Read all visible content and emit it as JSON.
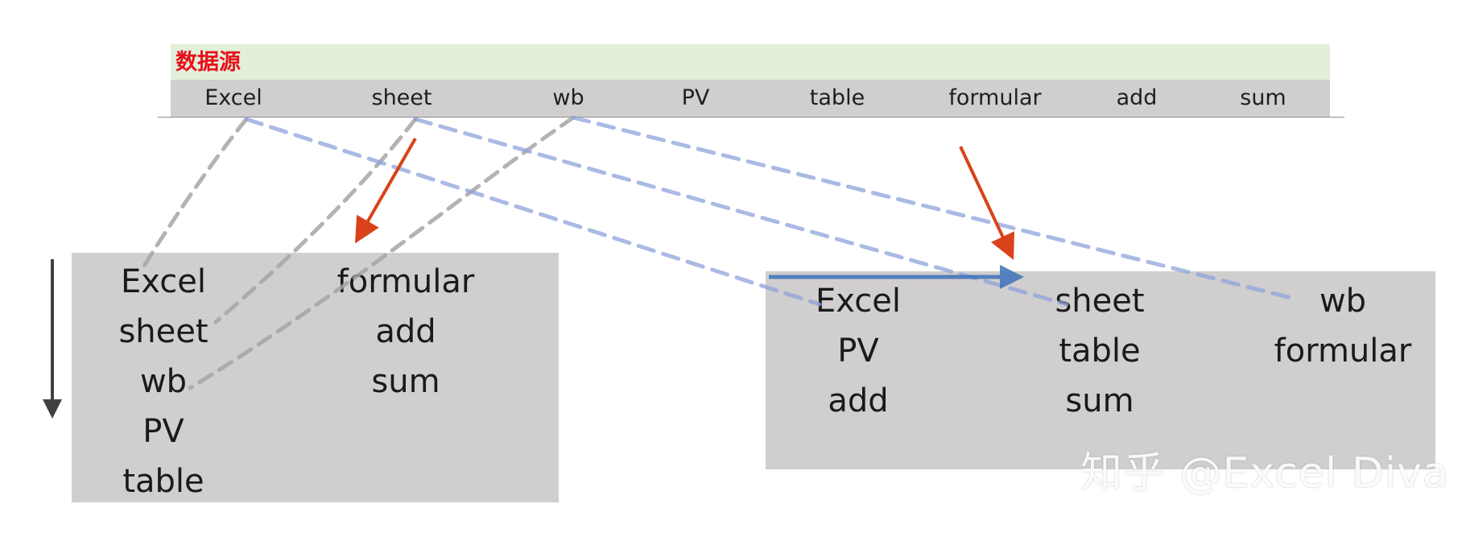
{
  "header": {
    "title": "数据源"
  },
  "source_items": [
    "Excel",
    "sheet",
    "wb",
    "PV",
    "table",
    "formular",
    "add",
    "sum"
  ],
  "left_table": {
    "col1": [
      "Excel",
      "sheet",
      "wb",
      "PV",
      "table"
    ],
    "col2": [
      "formular",
      "add",
      "sum"
    ]
  },
  "right_table": {
    "row1": [
      "Excel",
      "sheet",
      "wb"
    ],
    "row2": [
      "PV",
      "table",
      "formular"
    ],
    "row3": [
      "add",
      "sum"
    ]
  },
  "watermark": "知乎 @Excel Diva",
  "colors": {
    "header_band": "#e2efda",
    "title_red": "#e8101a",
    "cell_gray": "#d0cece",
    "gray_dash": "#a6a6a6",
    "blue_dash": "#8fa3dc",
    "arrow_orange": "#d9421a",
    "arrow_blue": "#3e72b9",
    "arrow_dark": "#404040"
  }
}
